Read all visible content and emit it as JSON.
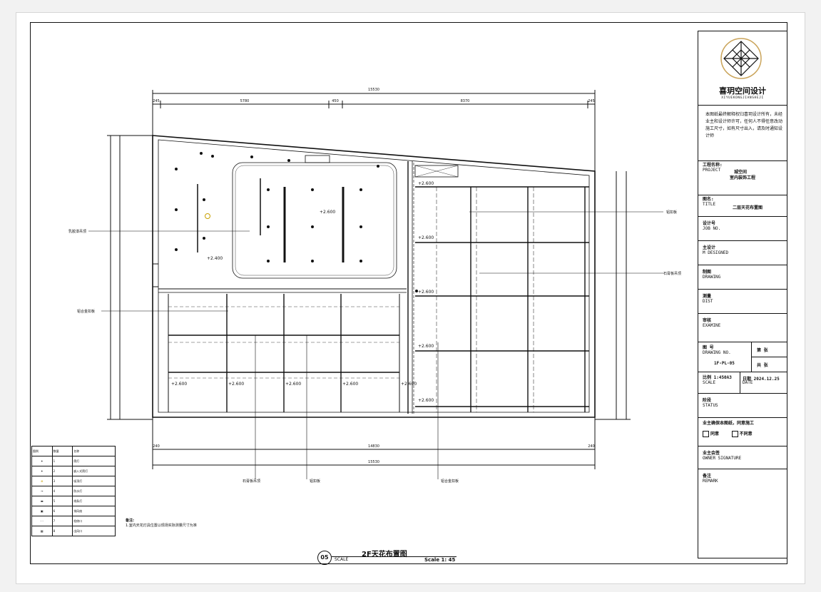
{
  "title_block": {
    "brand_cn": "喜玥空间设计",
    "brand_en": "XIYUEKONGJIANSHEJI",
    "disclaimer": "本图纸最终解释权归喜玥设计所有，未经业主和设计师许可，任何人不得任意改动施工尺寸，如有尺寸出入，请及时通知设计师",
    "project_label": "工程名称:",
    "project_label_en": "PROJECT",
    "project_value_1": "城空间",
    "project_value_2": "室内装饰工程",
    "title_label": "图名:",
    "title_label_en": "TITLE",
    "title_value": "二层天花布置图",
    "job_label": "设计号",
    "job_label_en": "JOB NO.",
    "designer_label": "主设计",
    "designer_label_en": "M DESIGNED",
    "drawing_label": "制图",
    "drawing_label_en": "DRAWING",
    "dist_label": "测量",
    "dist_label_en": "DIST",
    "exam_label": "审核",
    "exam_label_en": "EXAMINE",
    "drawno_label": "图 号",
    "drawno_label_en": "DRAWING NO.",
    "drawno_value": "1F-PL-05",
    "page_label": "第    张",
    "total_label": "共    张",
    "scale_label": "比例 1:450A3",
    "scale_label_en": "SCALE",
    "date_label": "日期 2024.12.25",
    "date_label_en": "DATE",
    "status_label": "阶段",
    "status_label_en": "STATUS",
    "confirm_text": "业主确保本图纸，同意施工",
    "agree": "同意",
    "disagree": "不同意",
    "owner_sig": "业主会签",
    "owner_sig_en": "OWNER SIGNATURE",
    "remark": "备注",
    "remark_en": "REMARK"
  },
  "drawing": {
    "number": "05",
    "title": "2F天花布置图",
    "scale_word": "SCALE",
    "scale_value": "Scale 1: 45"
  },
  "notes": {
    "heading": "备注:",
    "line1": "1.室内天花灯具位置以现场实际测量尺寸为准"
  },
  "dimensions": {
    "top_overall": "15530",
    "top_seg1": "245",
    "top_seg2": "5780",
    "top_seg3": "450",
    "top_seg4": "8370",
    "top_seg5": "245",
    "bottom_seg": "14830",
    "bottom_overall": "15530",
    "left_small": "240",
    "right_small": "240"
  },
  "elevations": {
    "e1": "+2.600",
    "e2": "+2.400"
  },
  "callouts": {
    "left1": "乳胶漆吊顶",
    "left2": "铝合金扣板",
    "right1": "铝扣板",
    "right2": "石膏板吊顶",
    "bottom1": "石膏板吊顶",
    "bottom2": "铝扣板",
    "bottom3": "铝合金扣板"
  },
  "legend": {
    "header": [
      "图例",
      "数量",
      "名称"
    ],
    "rows": [
      "筒灯",
      "嵌入式筒灯",
      "吸顶灯",
      "防水灯",
      "线条灯",
      "排风扇",
      "检修口",
      "出风口"
    ]
  }
}
